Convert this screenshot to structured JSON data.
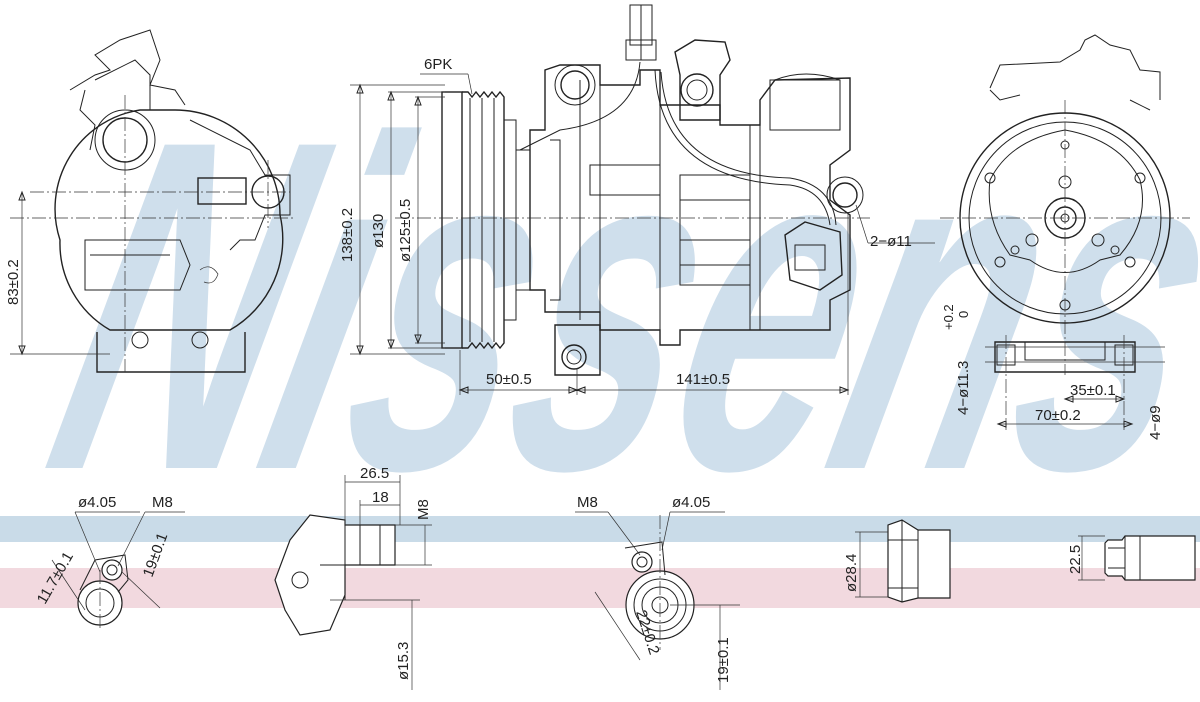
{
  "brand": {
    "watermark": "Nissens",
    "band_blue": "#c9dbe8",
    "band_pink": "#f2d9df",
    "watermark_color": "#cfdfec"
  },
  "line_color": "#222222",
  "labels": {
    "belt": "6PK",
    "d130": "ø130",
    "h138": "138±0.2",
    "d125": "ø125±0.5",
    "h83": "83±0.2",
    "l50": "50±0.5",
    "l141": "141±0.5",
    "holes2": "2−ø11",
    "tol_top": "+0.2",
    "tol_bot": "0",
    "holes4a": "4−ø11.3",
    "w35": "35±0.1",
    "w70": "70±0.2",
    "holes4b": "4−ø9",
    "p1_d": "ø4.05",
    "p1_m": "M8",
    "p1_h": "11.7±0.1",
    "p1_19": "19±0.1",
    "p2_265": "26.5",
    "p2_18": "18",
    "p2_m": "M8",
    "p2_d": "ø15.3",
    "p3_m": "M8",
    "p3_d": "ø4.05",
    "p3_22": "22±0.2",
    "p3_19": "19±0.1",
    "p4_d": "ø28.4",
    "p5_h": "22.5"
  }
}
